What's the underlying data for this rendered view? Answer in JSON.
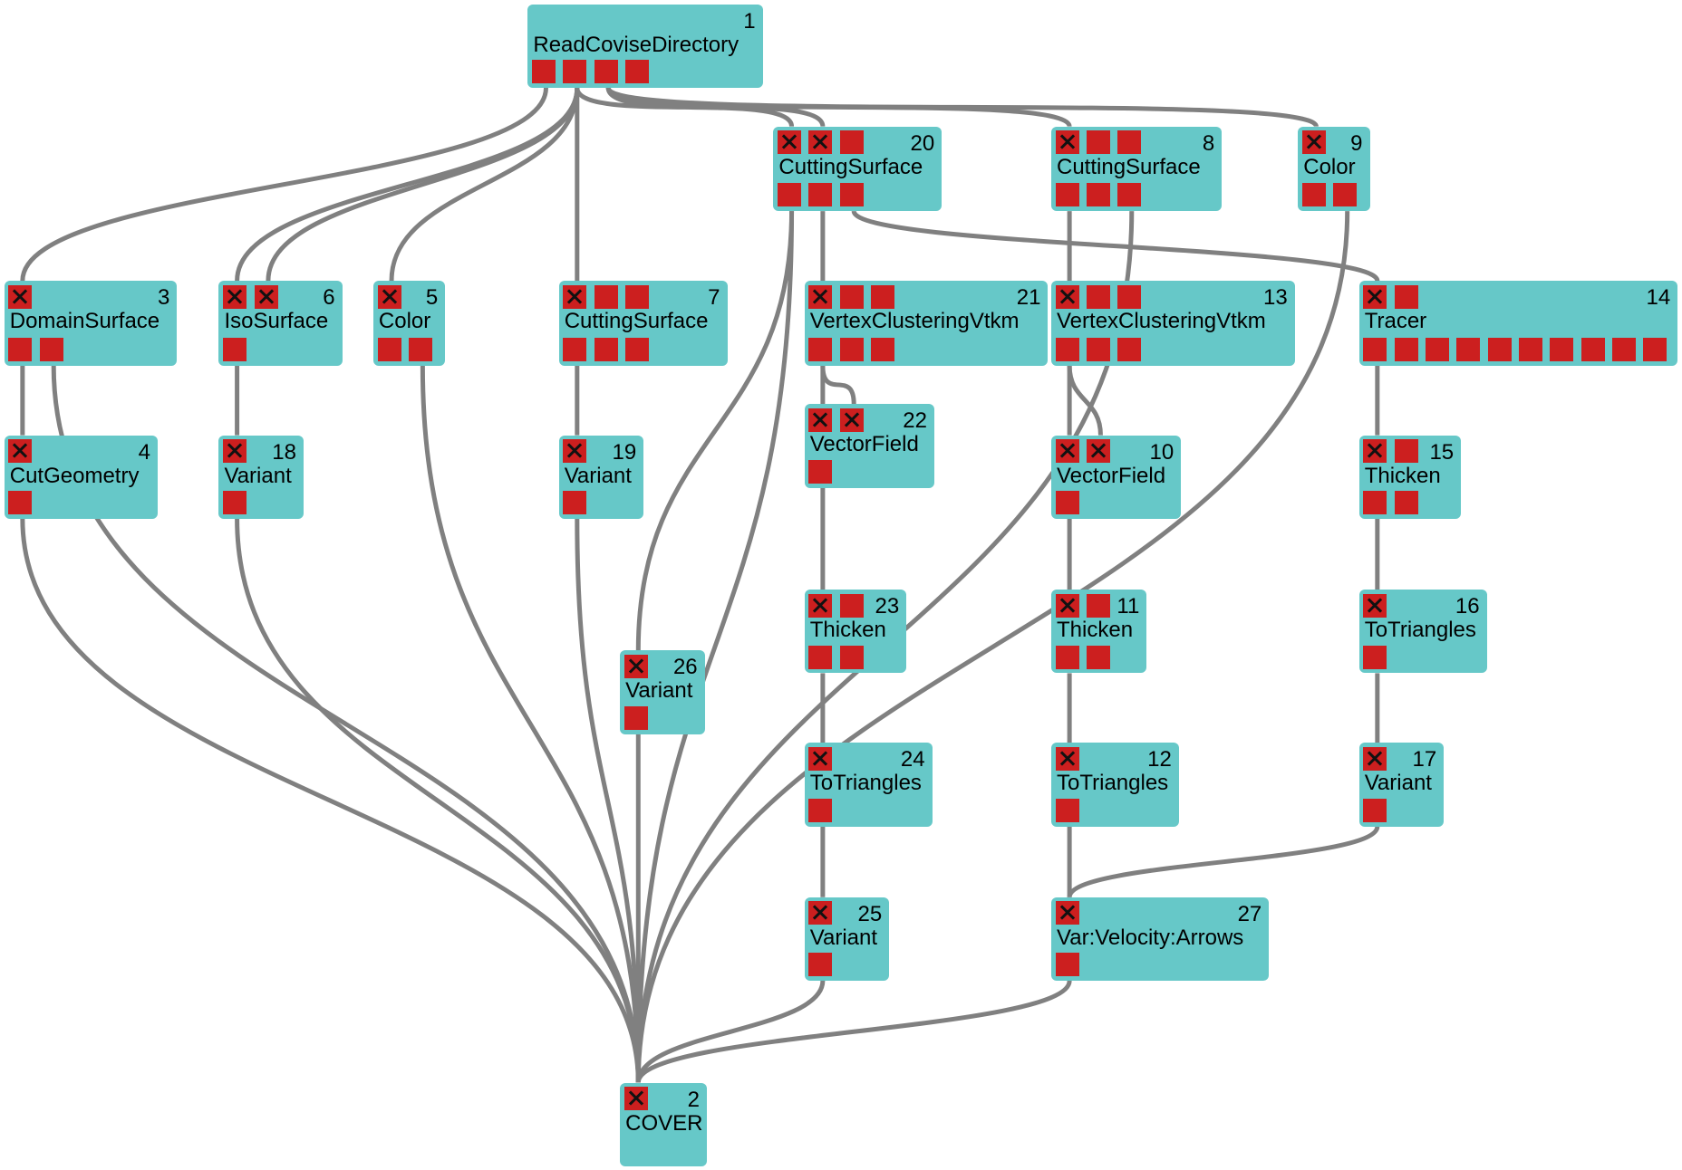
{
  "colors": {
    "node": "#66c8c8",
    "port": "#cc1f1f",
    "wire": "#808080"
  },
  "nodes": [
    {
      "id": "1",
      "title": "ReadCoviseDirectory",
      "inputs": [],
      "outputs": 4
    },
    {
      "id": "2",
      "title": "COVER",
      "inputs": [
        "x"
      ],
      "outputs": 0
    },
    {
      "id": "3",
      "title": "DomainSurface",
      "inputs": [
        "x"
      ],
      "outputs": 2
    },
    {
      "id": "4",
      "title": "CutGeometry",
      "inputs": [
        "x"
      ],
      "outputs": 1
    },
    {
      "id": "5",
      "title": "Color",
      "inputs": [
        "x"
      ],
      "outputs": 2
    },
    {
      "id": "6",
      "title": "IsoSurface",
      "inputs": [
        "x",
        "x"
      ],
      "outputs": 1
    },
    {
      "id": "7",
      "title": "CuttingSurface",
      "inputs": [
        "x",
        "",
        ""
      ],
      "outputs": 3
    },
    {
      "id": "8",
      "title": "CuttingSurface",
      "inputs": [
        "x",
        "",
        ""
      ],
      "outputs": 3
    },
    {
      "id": "9",
      "title": "Color",
      "inputs": [
        "x"
      ],
      "outputs": 2
    },
    {
      "id": "10",
      "title": "VectorField",
      "inputs": [
        "x",
        "x"
      ],
      "outputs": 1
    },
    {
      "id": "11",
      "title": "Thicken",
      "inputs": [
        "x",
        ""
      ],
      "outputs": 2
    },
    {
      "id": "12",
      "title": "ToTriangles",
      "inputs": [
        "x"
      ],
      "outputs": 1
    },
    {
      "id": "13",
      "title": "VertexClusteringVtkm",
      "inputs": [
        "x",
        "",
        ""
      ],
      "outputs": 3
    },
    {
      "id": "14",
      "title": "Tracer",
      "inputs": [
        "x",
        ""
      ],
      "outputs": 10
    },
    {
      "id": "15",
      "title": "Thicken",
      "inputs": [
        "x",
        ""
      ],
      "outputs": 2
    },
    {
      "id": "16",
      "title": "ToTriangles",
      "inputs": [
        "x"
      ],
      "outputs": 1
    },
    {
      "id": "17",
      "title": "Variant",
      "inputs": [
        "x"
      ],
      "outputs": 1
    },
    {
      "id": "18",
      "title": "Variant",
      "inputs": [
        "x"
      ],
      "outputs": 1
    },
    {
      "id": "19",
      "title": "Variant",
      "inputs": [
        "x"
      ],
      "outputs": 1
    },
    {
      "id": "20",
      "title": "CuttingSurface",
      "inputs": [
        "x",
        "x",
        ""
      ],
      "outputs": 3
    },
    {
      "id": "21",
      "title": "VertexClusteringVtkm",
      "inputs": [
        "x",
        "",
        ""
      ],
      "outputs": 3
    },
    {
      "id": "22",
      "title": "VectorField",
      "inputs": [
        "x",
        "x"
      ],
      "outputs": 1
    },
    {
      "id": "23",
      "title": "Thicken",
      "inputs": [
        "x",
        ""
      ],
      "outputs": 2
    },
    {
      "id": "24",
      "title": "ToTriangles",
      "inputs": [
        "x"
      ],
      "outputs": 1
    },
    {
      "id": "25",
      "title": "Variant",
      "inputs": [
        "x"
      ],
      "outputs": 1
    },
    {
      "id": "26",
      "title": "Variant",
      "inputs": [
        "x"
      ],
      "outputs": 1
    },
    {
      "id": "27",
      "title": "Var:Velocity:Arrows",
      "inputs": [
        "x"
      ],
      "outputs": 1
    }
  ]
}
